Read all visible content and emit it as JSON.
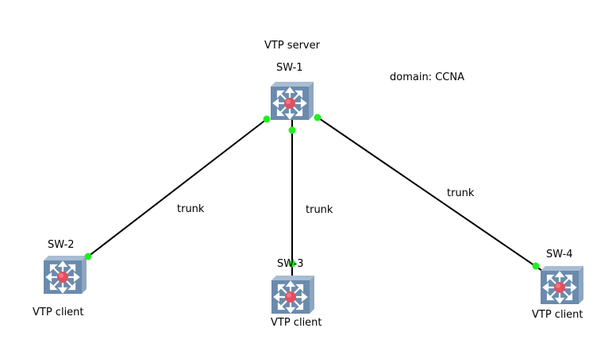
{
  "diagram": {
    "title_label": "VTP server",
    "domain_label": "domain: CCNA",
    "colors": {
      "link": "#000000",
      "port_up": "#22ee22",
      "switch_body": "#6a8bad",
      "switch_center": "#e05060"
    },
    "nodes": [
      {
        "id": "SW-1",
        "name": "SW-1",
        "role": "VTP server"
      },
      {
        "id": "SW-2",
        "name": "SW-2",
        "role": "VTP client"
      },
      {
        "id": "SW-3",
        "name": "SW-3",
        "role": "VTP client"
      },
      {
        "id": "SW-4",
        "name": "SW-4",
        "role": "VTP client"
      }
    ],
    "links": [
      {
        "from": "SW-1",
        "to": "SW-2",
        "label": "trunk",
        "status": "up"
      },
      {
        "from": "SW-1",
        "to": "SW-3",
        "label": "trunk",
        "status": "up"
      },
      {
        "from": "SW-1",
        "to": "SW-4",
        "label": "trunk",
        "status": "up"
      }
    ]
  }
}
